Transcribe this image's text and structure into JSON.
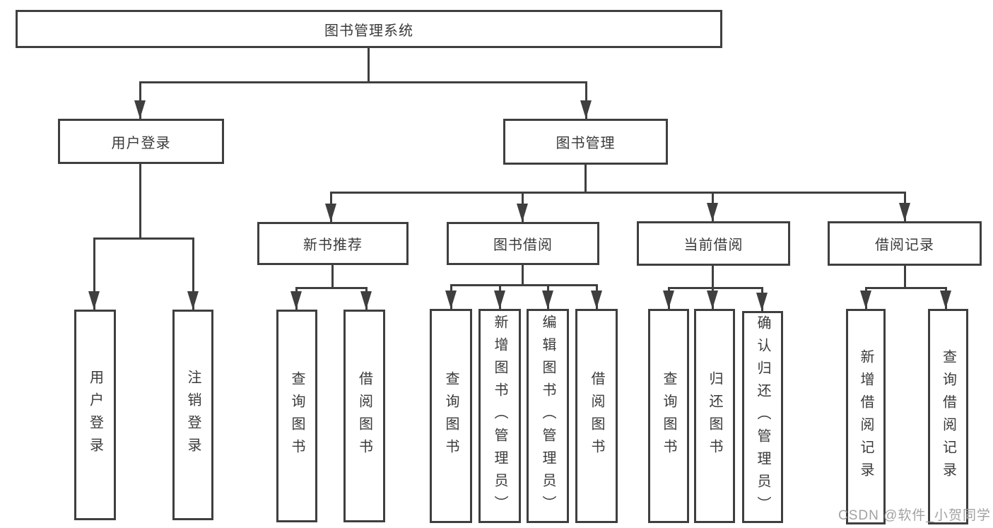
{
  "colors": {
    "line": "#3f3f3f",
    "text": "#3a3a3a",
    "watermark": "#a2a2a2",
    "background": "#ffffff"
  },
  "watermark": "CSDN @软件_小贺同学",
  "tree": {
    "root": {
      "label": "图书管理系统"
    },
    "children": [
      {
        "label": "用户登录",
        "children": [
          {
            "label": "用户登录"
          },
          {
            "label": "注销登录"
          }
        ]
      },
      {
        "label": "图书管理",
        "children": [
          {
            "label": "新书推荐",
            "children": [
              {
                "label": "查询图书"
              },
              {
                "label": "借阅图书"
              }
            ]
          },
          {
            "label": "图书借阅",
            "children": [
              {
                "label": "查询图书"
              },
              {
                "label": "新增图书（管理员）"
              },
              {
                "label": "编辑图书（管理员）"
              },
              {
                "label": "借阅图书"
              }
            ]
          },
          {
            "label": "当前借阅",
            "children": [
              {
                "label": "查询图书"
              },
              {
                "label": "归还图书"
              },
              {
                "label": "确认归还（管理员）"
              }
            ]
          },
          {
            "label": "借阅记录",
            "children": [
              {
                "label": "新增借阅记录"
              },
              {
                "label": "查询借阅记录"
              }
            ]
          }
        ]
      }
    ]
  }
}
